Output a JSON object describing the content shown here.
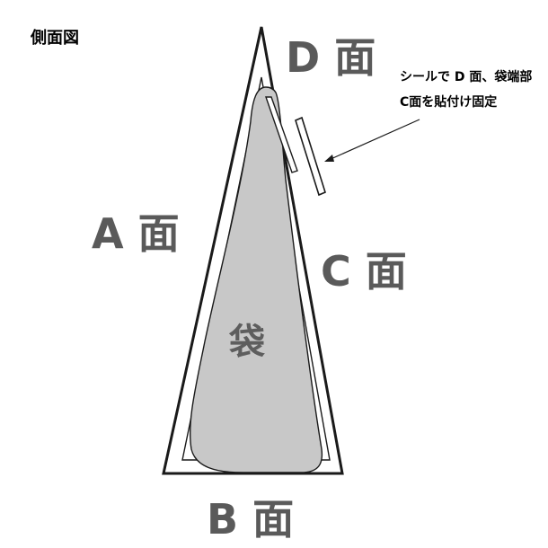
{
  "title": "側面図",
  "faces": {
    "a": "A 面",
    "b": "B 面",
    "c": "C 面",
    "d": "D 面"
  },
  "bag_label": "袋",
  "note": {
    "line1": "シールで D 面、袋端部",
    "line2": "C面を貼付け固定"
  },
  "colors": {
    "outline": "#1a1a1a",
    "bag_fill": "#c8c8c8",
    "label": "#5a5a5a"
  }
}
